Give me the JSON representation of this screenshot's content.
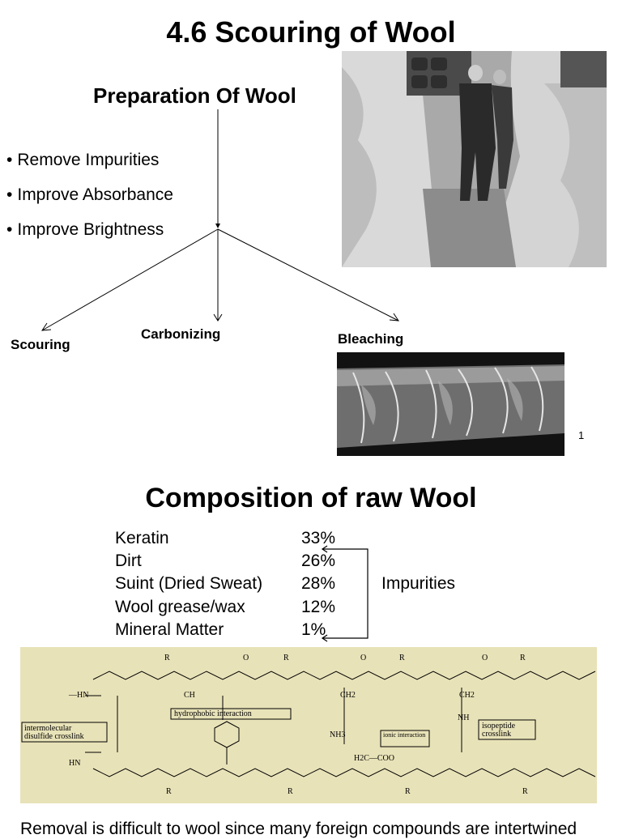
{
  "slide1": {
    "title": "4.6 Scouring of Wool",
    "subtitle": "Preparation Of Wool",
    "bullets": [
      "Remove Impurities",
      "Improve Absorbance",
      "Improve Brightness"
    ],
    "branches": {
      "left": "Scouring",
      "center": "Carbonizing",
      "right": "Bleaching"
    },
    "page_number": "1"
  },
  "slide2": {
    "title": "Composition of raw Wool",
    "rows": [
      {
        "name": "Keratin",
        "value": "33%"
      },
      {
        "name": "Dirt",
        "value": "26%"
      },
      {
        "name": "Suint (Dried Sweat)",
        "value": "28%"
      },
      {
        "name": "Wool grease/wax",
        "value": "12%"
      },
      {
        "name": "Mineral Matter",
        "value": "1%"
      }
    ],
    "bracket_label": "Impurities"
  },
  "chemistry": {
    "labels": {
      "intermolecular": [
        "intermolecular",
        "disulfide crosslink"
      ],
      "hydrophobic": "hydrophobic interaction",
      "ionic": "ionic interaction",
      "isopeptide": [
        "isopeptide",
        "crosslink"
      ]
    }
  },
  "footer_text": "Removal is difficult to wool since many foreign compounds are intertwined"
}
